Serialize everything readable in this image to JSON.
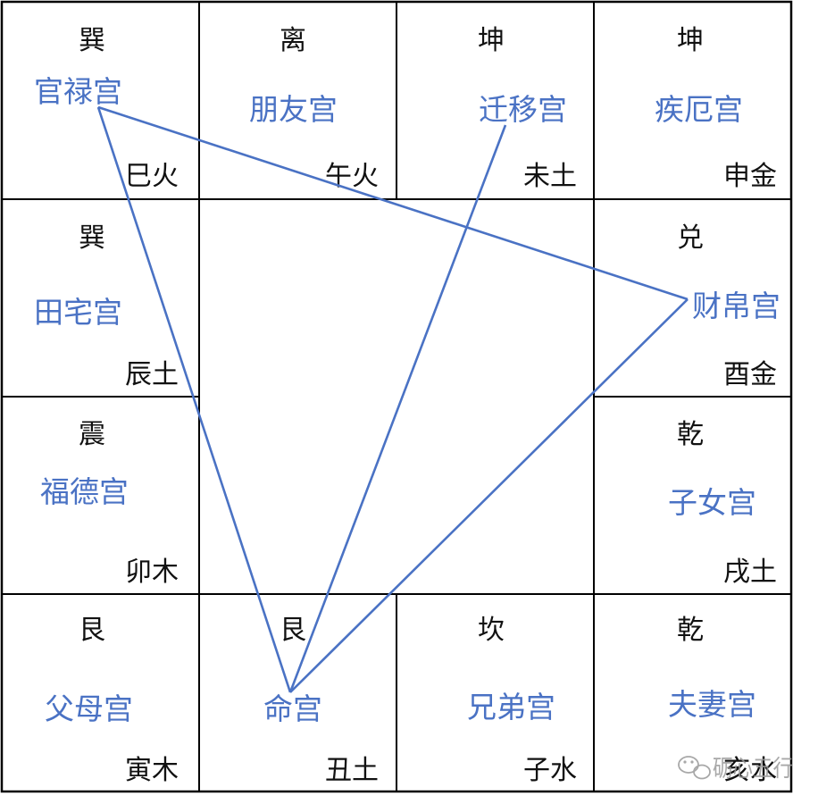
{
  "cells": [
    {
      "id": "si",
      "trigram": "巽",
      "palace": "官禄宫",
      "branch": "巳火"
    },
    {
      "id": "wu",
      "trigram": "离",
      "palace": "朋友宫",
      "branch": "午火"
    },
    {
      "id": "wei",
      "trigram": "坤",
      "palace": "迁移宫",
      "branch": "未土"
    },
    {
      "id": "shen",
      "trigram": "坤",
      "palace": "疾厄宫",
      "branch": "申金"
    },
    {
      "id": "chen",
      "trigram": "巽",
      "palace": "田宅宫",
      "branch": "辰土"
    },
    {
      "id": "you",
      "trigram": "兑",
      "palace": "财帛宫",
      "branch": "酉金"
    },
    {
      "id": "mao",
      "trigram": "震",
      "palace": "福德宫",
      "branch": "卯木"
    },
    {
      "id": "xu",
      "trigram": "乾",
      "palace": "子女宫",
      "branch": "戌土"
    },
    {
      "id": "yin",
      "trigram": "艮",
      "palace": "父母宫",
      "branch": "寅木"
    },
    {
      "id": "chou",
      "trigram": "艮",
      "palace": "命宫",
      "branch": "丑土"
    },
    {
      "id": "zi",
      "trigram": "坎",
      "palace": "兄弟宫",
      "branch": "子水"
    },
    {
      "id": "hai",
      "trigram": "乾",
      "palace": "夫妻宫",
      "branch": "亥水"
    }
  ],
  "watermark": {
    "text": "砺心五行",
    "icon": "wechat-icon"
  },
  "colors": {
    "palace_text": "#4a72c4",
    "lines": "#4a72c4",
    "grid": "#000000"
  }
}
